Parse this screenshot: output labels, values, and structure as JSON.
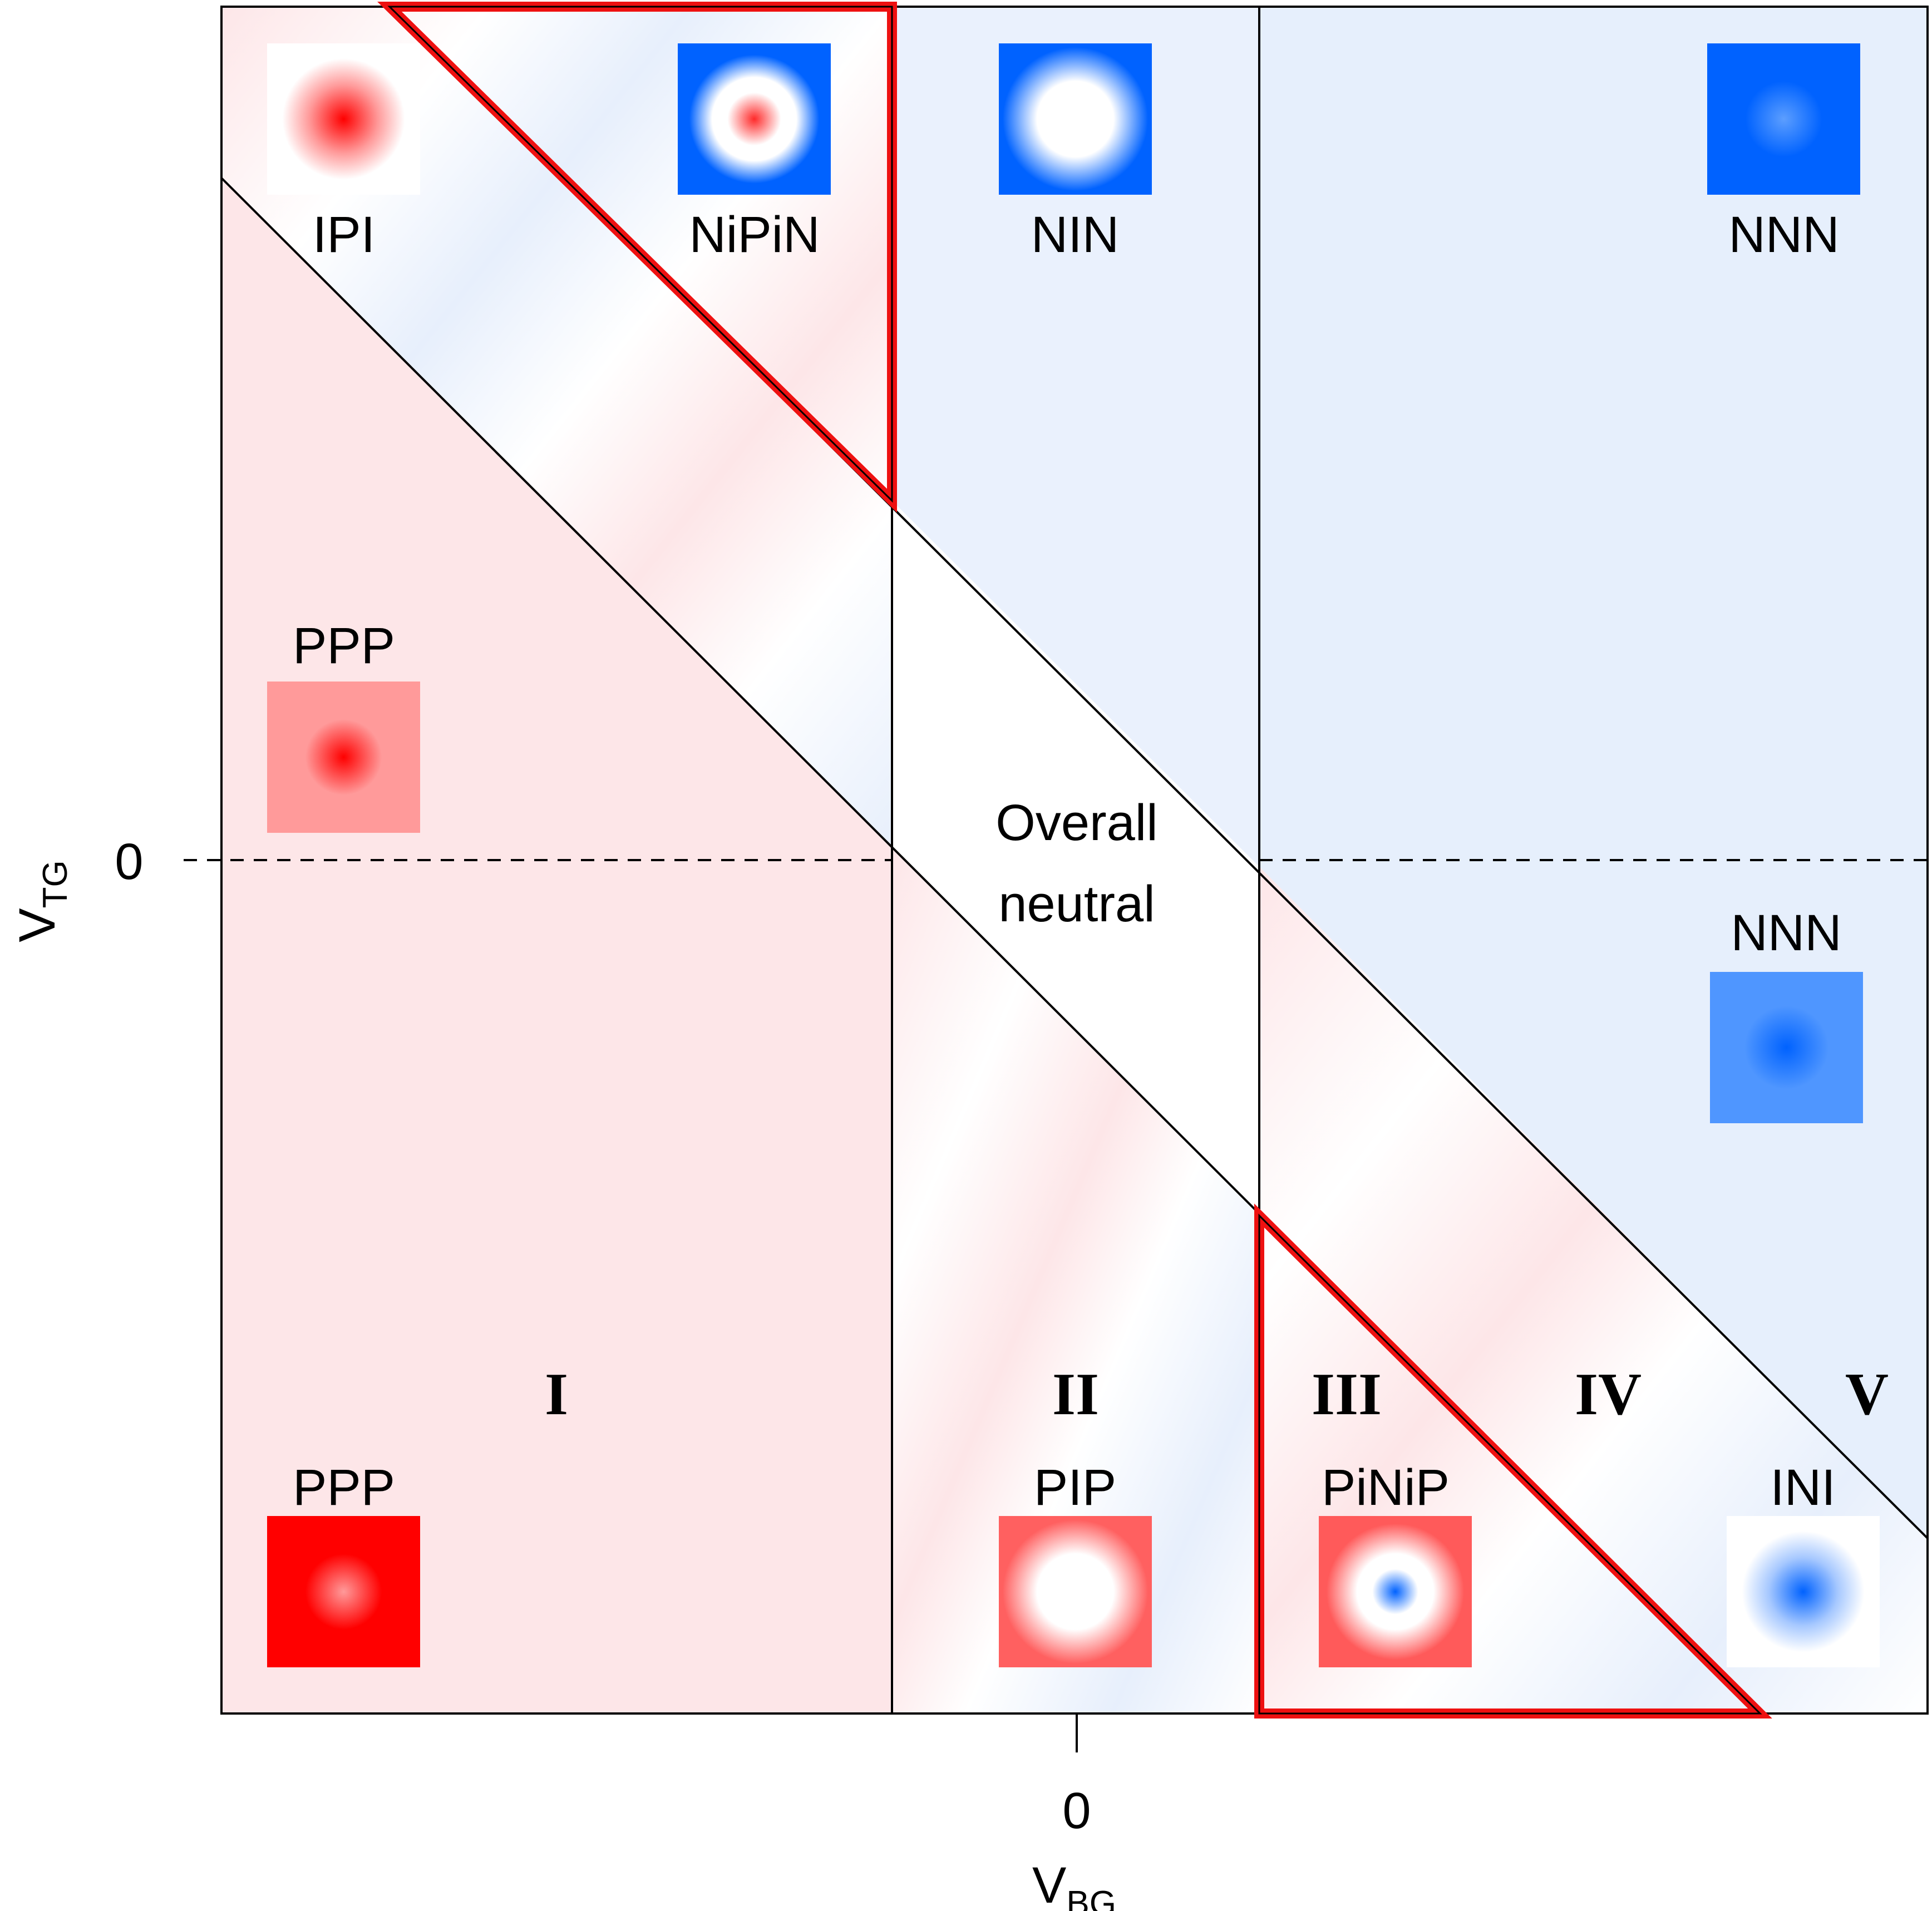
{
  "axes": {
    "x_label_main": "V",
    "x_label_sub": "BG",
    "y_label_main": "V",
    "y_label_sub": "TG",
    "x_zero_label": "0",
    "y_zero_label": "0"
  },
  "regions": {
    "r1": "I",
    "r2": "II",
    "r3": "III",
    "r4": "IV",
    "r5": "V"
  },
  "states": {
    "ipi": "IPI",
    "nipin": "NiPiN",
    "nin": "NIN",
    "nnn_top": "NNN",
    "ppp_mid": "PPP",
    "nnn_mid": "NNN",
    "ppp_bottom": "PPP",
    "pip": "PIP",
    "pinip": "PiNiP",
    "ini": "INI"
  },
  "center_label": {
    "line1": "Overall",
    "line2": "neutral"
  },
  "colors": {
    "p_tint": "#fde6e8",
    "n_tint": "#e6effc",
    "p_strong": "#ff0000",
    "n_strong": "#0062ff",
    "highlight": "#ee1111"
  }
}
